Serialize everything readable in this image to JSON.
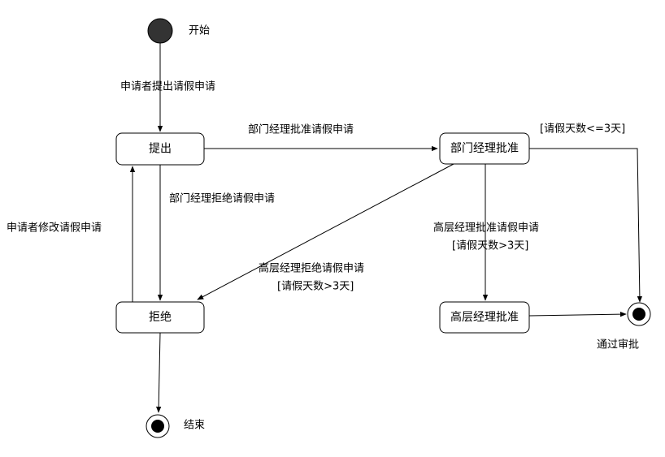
{
  "nodes": {
    "start": {
      "label": "开始"
    },
    "submit": {
      "label": "提出"
    },
    "dept_approve": {
      "label": "部门经理批准"
    },
    "reject": {
      "label": "拒绝"
    },
    "senior_approve": {
      "label": "高层经理批准"
    },
    "approved_end": {
      "label": "通过审批"
    },
    "end": {
      "label": "结束"
    }
  },
  "edges": {
    "apply": {
      "label": "申请者提出请假申请"
    },
    "dept_approves": {
      "label": "部门经理批准请假申请"
    },
    "dept_rejects": {
      "label": "部门经理拒绝请假申请"
    },
    "modify": {
      "label": "申请者修改请假申请"
    },
    "senior_approves": {
      "label": "高层经理批准请假申请",
      "guard": "[请假天数>3天]"
    },
    "senior_rejects": {
      "label": "高层经理拒绝请假申请",
      "guard": "[请假天数>3天]"
    },
    "short_leave": {
      "guard": "[请假天数<=3天]"
    }
  },
  "colors": {
    "start_fill": "#333333",
    "stroke": "#000000"
  }
}
